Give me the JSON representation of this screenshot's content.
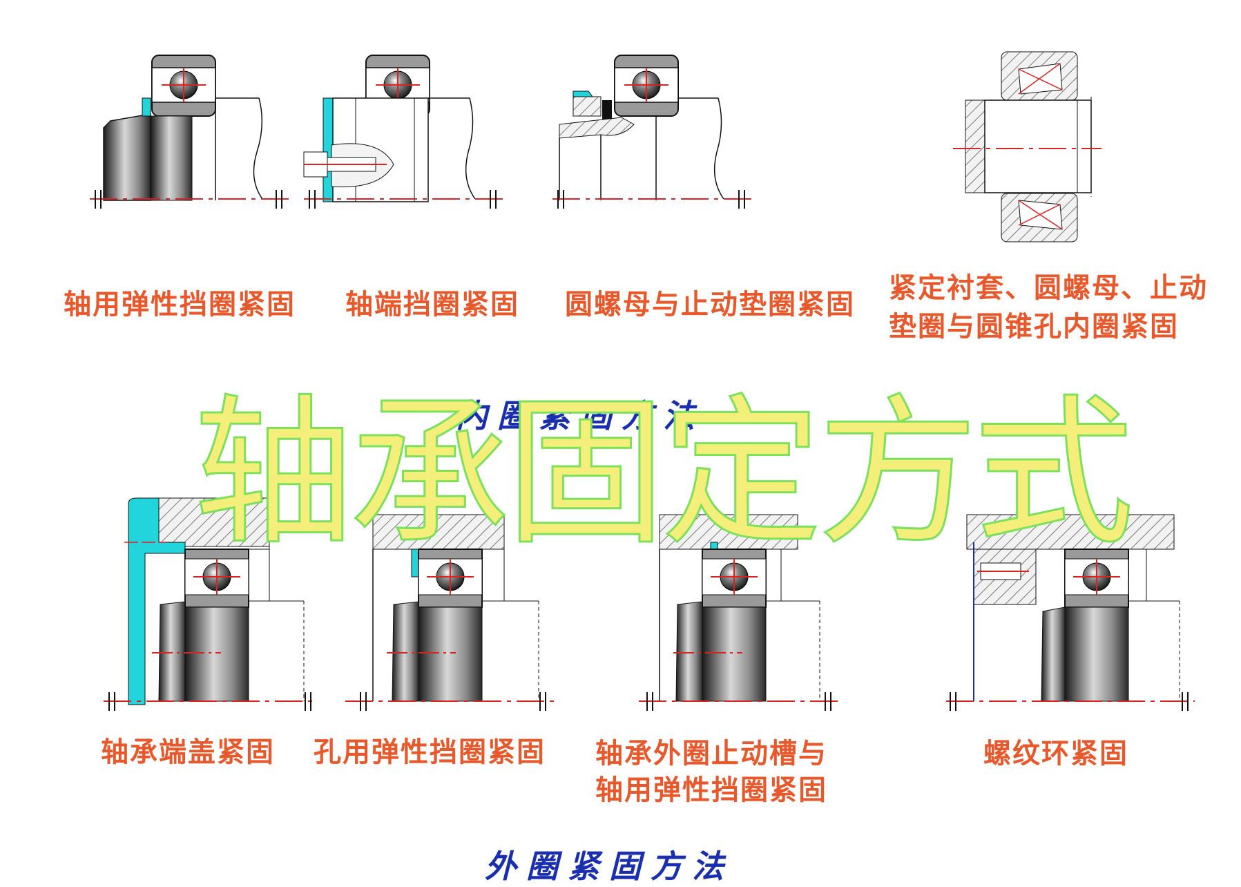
{
  "inner_section": {
    "title": "内圈紧固方法",
    "items": [
      {
        "caption": "轴用弹性挡圈紧固"
      },
      {
        "caption": "轴端挡圈紧固"
      },
      {
        "caption": "圆螺母与止动垫圈紧固"
      },
      {
        "caption_line1": "紧定衬套、圆螺母、止动",
        "caption_line2": "垫圈与圆锥孔内圈紧固"
      }
    ]
  },
  "outer_section": {
    "title": "外圈紧固方法",
    "items": [
      {
        "caption": "轴承端盖紧固"
      },
      {
        "caption": "孔用弹性挡圈紧固"
      },
      {
        "caption_line1": "轴承外圈止动槽与",
        "caption_line2": "轴用弹性挡圈紧固"
      },
      {
        "caption": "螺纹环紧固"
      }
    ]
  },
  "overlay_title": "轴承固定方式",
  "colors": {
    "caption": "#e8582a",
    "section_title": "#1a2fb0",
    "overlay_fill": "#f4ee7a",
    "overlay_outline": "#7be05a",
    "retainer": "#22d4dc",
    "bearing_gray": "#9a9a9a",
    "center_line": "#dd2222"
  }
}
